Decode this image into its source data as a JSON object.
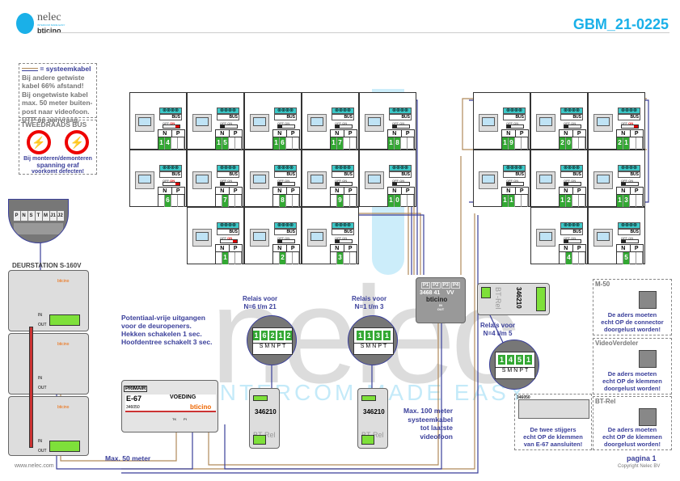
{
  "header": {
    "brand": "nelec",
    "tagline": "INTERCOM MADE EASY",
    "partner": "bticino",
    "doc_id": "GBM_21-0225"
  },
  "legend": {
    "cable": "= systeemkabel",
    "lines": [
      "Bij andere getwiste",
      "kabel 66% afstand!",
      "Bij ongetwiste kabel",
      "max. 50 meter buiten-",
      "post naar videofoon.",
      "UTP op aanvraag."
    ],
    "bus_title": "TWEEDRAADS BUS",
    "warning": [
      "Bij monteren/demonteren",
      "spanning eraf",
      "voorkomt defecten!"
    ]
  },
  "keypad": {
    "labels": [
      "P",
      "N",
      "S",
      "T",
      "M",
      "J1",
      "J2"
    ]
  },
  "door_station": {
    "title": "DEURSTATION S-160V",
    "in": "IN",
    "out": "OUT",
    "brand": "bticino"
  },
  "units": {
    "switch_off": "OFF",
    "switch_on": "ON",
    "col_n": "N",
    "col_p": "P",
    "bus": "BUS",
    "items": [
      {
        "n": "14",
        "on": true
      },
      {
        "n": "15"
      },
      {
        "n": "16"
      },
      {
        "n": "17"
      },
      {
        "n": "18"
      },
      {
        "n": "6",
        "on": true
      },
      {
        "n": "7"
      },
      {
        "n": "8"
      },
      {
        "n": "9"
      },
      {
        "n": "10"
      },
      {
        "n": "1",
        "on": true
      },
      {
        "n": "2"
      },
      {
        "n": "3"
      },
      {
        "n": "19"
      },
      {
        "n": "20"
      },
      {
        "n": "21",
        "on": true
      },
      {
        "n": "11"
      },
      {
        "n": "12"
      },
      {
        "n": "13"
      },
      {
        "n": "4"
      },
      {
        "n": "5"
      }
    ]
  },
  "notes": {
    "potential": [
      "Potentiaal-vrije uitgangen",
      "voor de deuropeners.",
      "Hekken schakelen 1 sec.",
      "Hoofdentree schakelt 3 sec."
    ],
    "max50": "Max. 50 meter",
    "max100": [
      "Max. 100 meter",
      "systeemkabel",
      "tot laatste",
      "videofoon"
    ]
  },
  "power": {
    "primary": "PRIMAIR",
    "model": "E-67",
    "name": "VOEDING",
    "code": "346050",
    "brand": "bticino",
    "tk": "TK",
    "pi": "PI"
  },
  "relays": [
    {
      "title": [
        "Relais voor",
        "N=6 t/m 21"
      ],
      "dip": [
        "1",
        "6",
        "2",
        "1",
        "2"
      ],
      "code": "346210",
      "label": "BT-Rel"
    },
    {
      "title": [
        "Relais voor",
        "N=1 t/m 3"
      ],
      "dip": [
        "1",
        "1",
        "3",
        "1"
      ],
      "code": "346210",
      "label": "BT-Rel"
    },
    {
      "title": [
        "Relais voor",
        "N=4 t/m 5"
      ],
      "dip": [
        "1",
        "4",
        "5",
        "1"
      ],
      "code": "346210",
      "label": "BT-Rel"
    }
  ],
  "relay_legend": [
    "S",
    "M",
    "N",
    "P",
    "T"
  ],
  "distributor": {
    "ports": [
      "P1",
      "P2",
      "P3",
      "P4"
    ],
    "model": "3468 41",
    "vv": "VV",
    "brand": "bticino",
    "in": "IN",
    "out": "OUT"
  },
  "panels": [
    {
      "title": "M-50",
      "text": [
        "De aders moeten",
        "echt OP de connector",
        "doorgelust worden!"
      ]
    },
    {
      "title": "VideoVerdeler",
      "text": [
        "De aders moeten",
        "echt OP de klemmen",
        "doorgelust worden!"
      ]
    },
    {
      "title": "BT-Rel",
      "text": [
        "De aders moeten",
        "echt OP de klemmen",
        "doorgelust worden!"
      ]
    },
    {
      "title": "346050",
      "text": [
        "De twee stijgers",
        "echt OP de klemmen",
        "van E-67 aansluiten!"
      ]
    }
  ],
  "footer": {
    "url": "www.nelec.com",
    "page": "pagina 1",
    "copyright": "Copyright Nelec BV"
  },
  "watermark": {
    "big": "nelec",
    "sub": "INTERCOM MADE EASY"
  }
}
